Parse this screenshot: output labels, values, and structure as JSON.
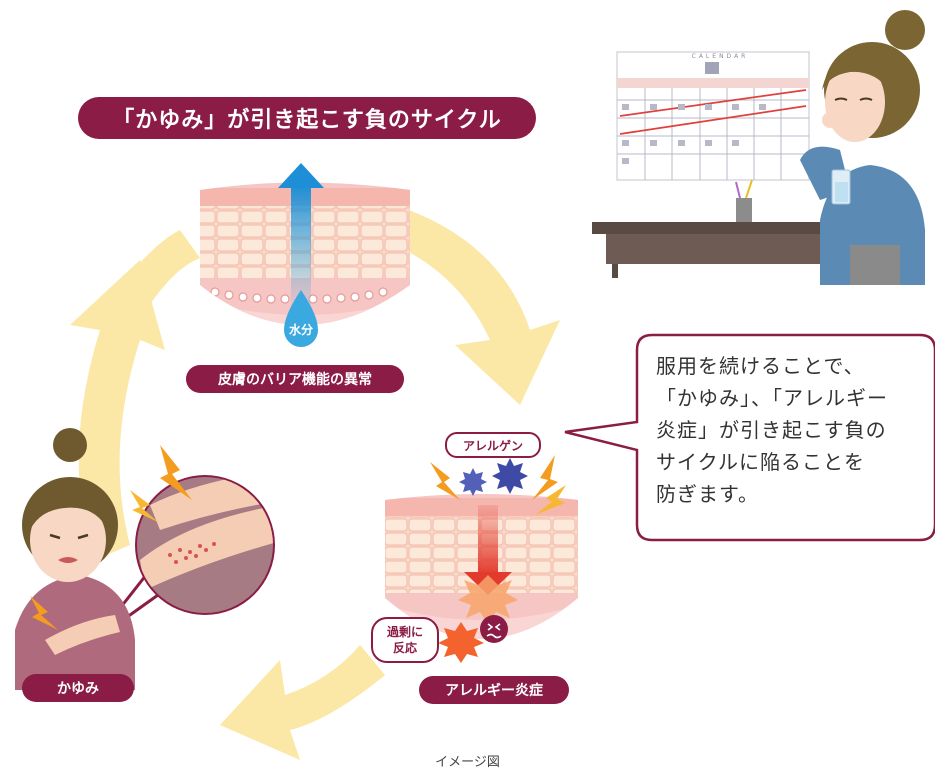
{
  "title": "「かゆみ」が引き起こす負のサイクル",
  "labels": {
    "barrier": "皮膚のバリア機能の異常",
    "itch": "かゆみ",
    "allergy": "アレルギー炎症",
    "allergen": "アレルゲン",
    "overreact_line1": "過剰に",
    "overreact_line2": "反応",
    "water": "水分"
  },
  "bubble": {
    "lines": [
      "服用を続けることで、",
      "「かゆみ」、「アレルギー",
      "炎症」が引き起こす負の",
      "サイクルに陥ることを",
      "防ぎます。"
    ]
  },
  "calendar_title": "CALENDAR",
  "caption": "イメージ図",
  "colors": {
    "brand": "#8a1c46",
    "cycle_arrow": "#fbe7a6",
    "skin_pink": "#f6c6c4",
    "water_blue": "#3aa9e0",
    "allergy_red": "#e23b2e"
  }
}
